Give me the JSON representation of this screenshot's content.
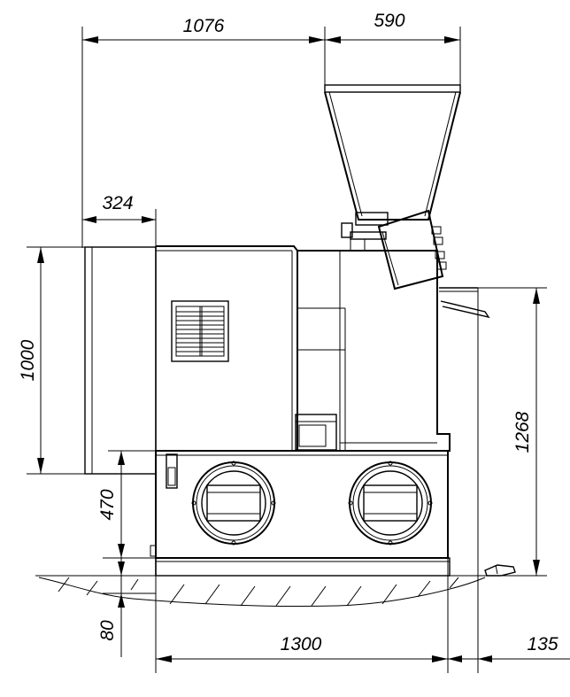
{
  "dimensions": {
    "top_width_body": "1076",
    "top_width_hopper": "590",
    "depth_front_panel": "324",
    "height_upper_body": "1000",
    "height_total_right": "1268",
    "height_lower_body": "470",
    "height_plinth": "80",
    "width_base": "1300",
    "width_side": "135"
  }
}
